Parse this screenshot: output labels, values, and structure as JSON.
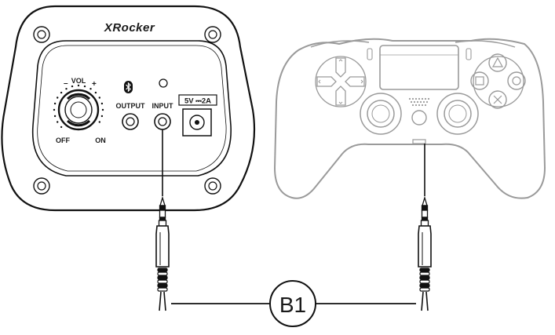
{
  "panel": {
    "brand": "XRocker",
    "vol_label": "VOL",
    "vol_minus": "–",
    "vol_plus": "+",
    "off_label": "OFF",
    "on_label": "ON",
    "output_label": "OUTPUT",
    "input_label": "INPUT",
    "power_spec": "5V ⎓2A"
  },
  "controller": {
    "icons": [
      "triangle-icon",
      "square-icon",
      "circle-icon",
      "cross-icon",
      "dpad-up-icon",
      "dpad-down-icon",
      "dpad-left-icon",
      "dpad-right-icon"
    ]
  },
  "cable": {
    "label": "B1"
  },
  "colors": {
    "line": "#111111",
    "controller_line": "#9a9a9a",
    "background": "#ffffff"
  }
}
